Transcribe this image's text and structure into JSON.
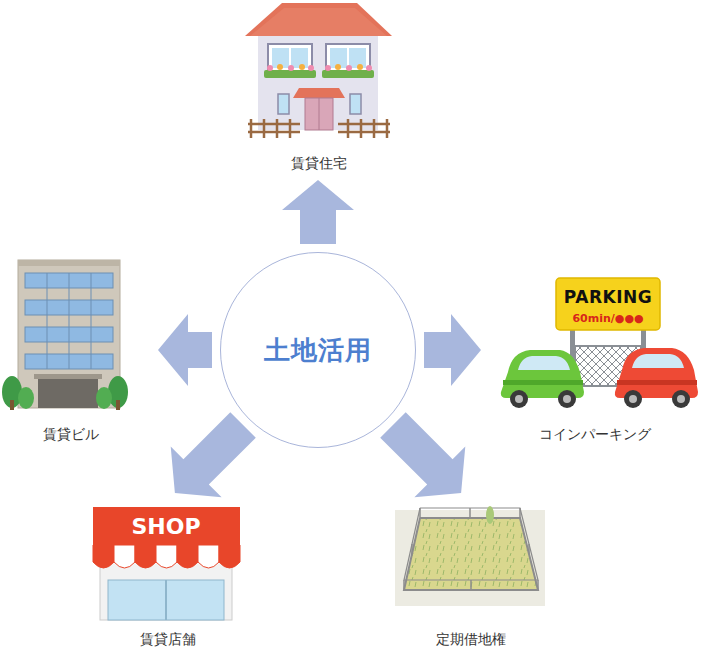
{
  "diagram": {
    "nodes": [
      {
        "text": [
          "賃貸住宅"
        ]
      },
      {
        "text": [
          "賃貸ビル"
        ]
      },
      {
        "text": [
          "土地活用"
        ]
      },
      {
        "text": [
          "コインパーキング"
        ]
      },
      {
        "text": [
          "賃貸店舗"
        ]
      },
      {
        "text": [
          "定期借地権"
        ]
      }
    ],
    "edges": [
      {
        "from": 2,
        "to": 0,
        "arrow": "to"
      },
      {
        "from": 2,
        "to": 1,
        "arrow": "to"
      },
      {
        "from": 2,
        "to": 3,
        "arrow": "to"
      },
      {
        "from": 2,
        "to": 4,
        "arrow": "to"
      },
      {
        "from": 2,
        "to": 5,
        "arrow": "to"
      }
    ],
    "labels": [
      "PARKING",
      "60min/●●●",
      "SHOP"
    ]
  }
}
